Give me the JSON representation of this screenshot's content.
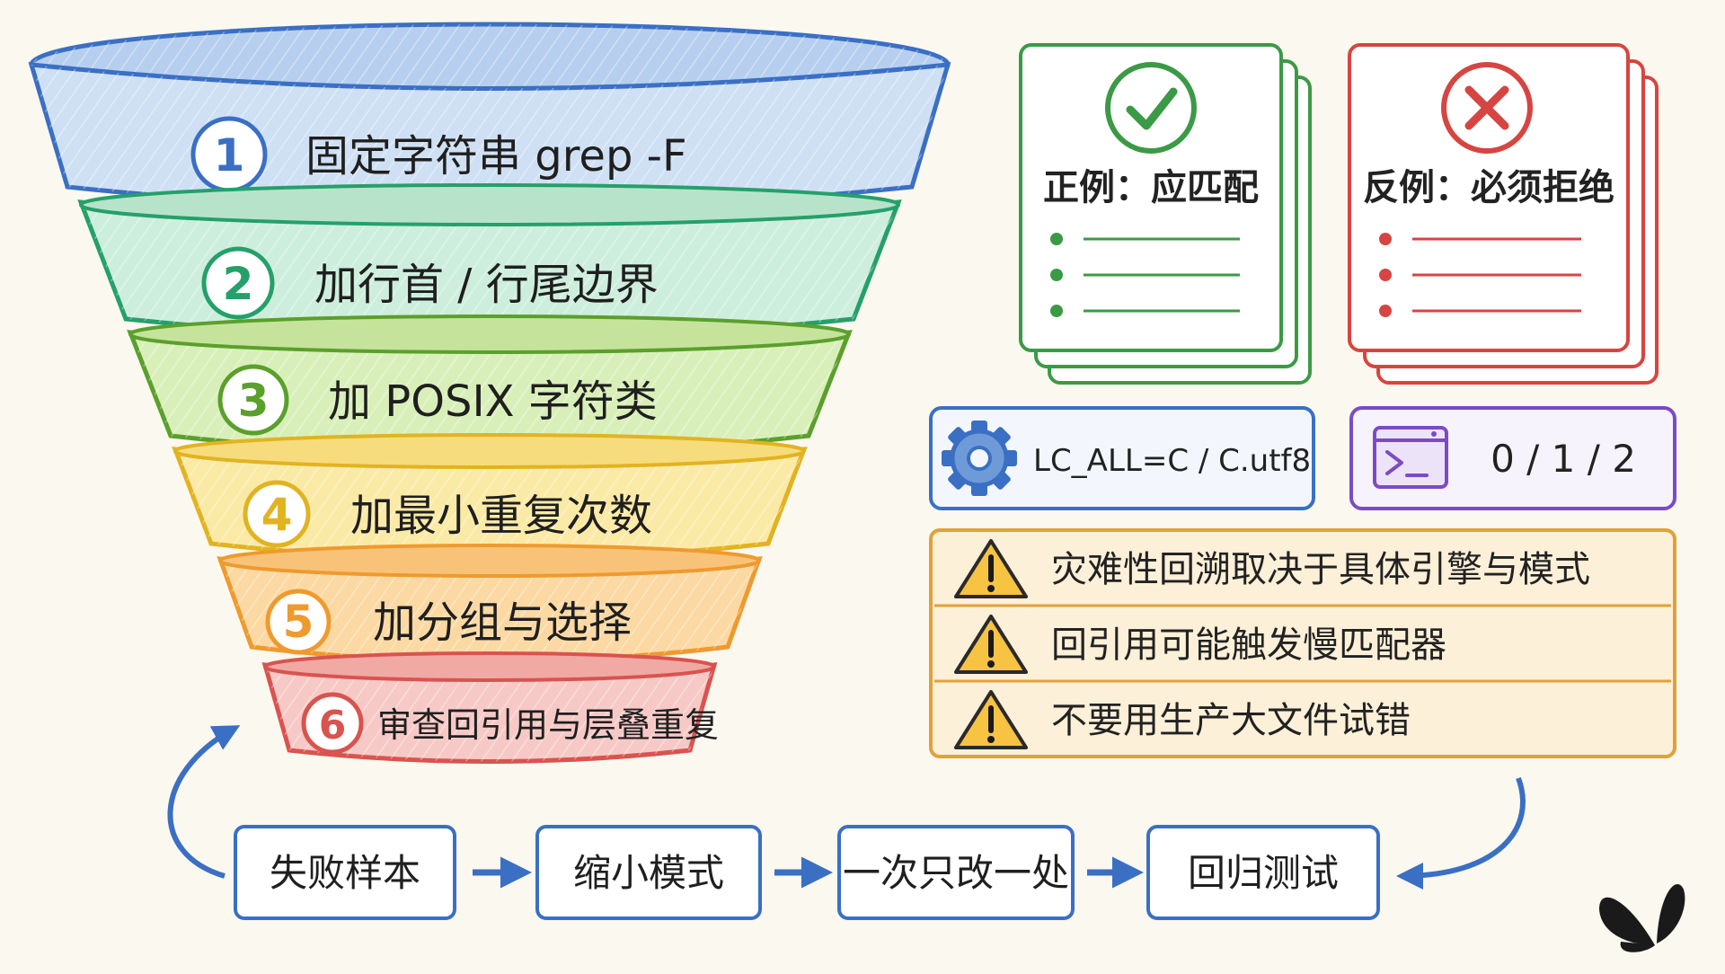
{
  "funnel": {
    "levels": [
      {
        "num": "1",
        "label": "固定字符串 grep -F",
        "color": "#3a6fc4",
        "fill": "#cfe0f4"
      },
      {
        "num": "2",
        "label": "加行首 / 行尾边界",
        "color": "#25a06a",
        "fill": "#cdeedd"
      },
      {
        "num": "3",
        "label": "加 POSIX 字符类",
        "color": "#5aa02c",
        "fill": "#d9efb9"
      },
      {
        "num": "4",
        "label": "加最小重复次数",
        "color": "#e2b321",
        "fill": "#fbeaa6"
      },
      {
        "num": "5",
        "label": "加分组与选择",
        "color": "#ef9a2e",
        "fill": "#fcd9a3"
      },
      {
        "num": "6",
        "label": "审查回引用与层叠重复",
        "color": "#d9534f",
        "fill": "#f7c9c6"
      }
    ]
  },
  "cards": {
    "positive": {
      "title": "正例：应匹配",
      "color": "#3b9a45",
      "icon": "check-icon"
    },
    "negative": {
      "title": "反例：必须拒绝",
      "color": "#d64541",
      "icon": "cross-icon"
    }
  },
  "locale": {
    "text": "LC_ALL=C / C.utf8",
    "color": "#3a6fc4",
    "icon": "gear-icon"
  },
  "exit_codes": {
    "text": "0 / 1 / 2",
    "color": "#7b4bc4",
    "icon": "terminal-icon"
  },
  "warnings": {
    "color": "#e0a13a",
    "items": [
      {
        "text": "灾难性回溯取决于具体引擎与模式"
      },
      {
        "text": "回引用可能触发慢匹配器"
      },
      {
        "text": "不要用生产大文件试错"
      }
    ]
  },
  "flow": {
    "color": "#3a6fc4",
    "steps": [
      {
        "label": "失败样本"
      },
      {
        "label": "缩小模式"
      },
      {
        "label": "一次只改一处"
      },
      {
        "label": "回归测试"
      }
    ]
  }
}
